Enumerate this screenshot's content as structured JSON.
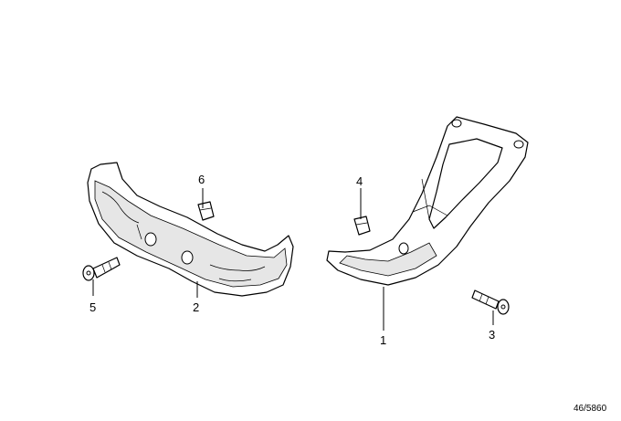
{
  "parts": [
    {
      "id": "part-1",
      "number": "1"
    },
    {
      "id": "part-2",
      "number": "2"
    },
    {
      "id": "part-3",
      "number": "3"
    },
    {
      "id": "part-4",
      "number": "4"
    },
    {
      "id": "part-5",
      "number": "5"
    },
    {
      "id": "part-6",
      "number": "6"
    }
  ],
  "reference_code": "46/5860"
}
